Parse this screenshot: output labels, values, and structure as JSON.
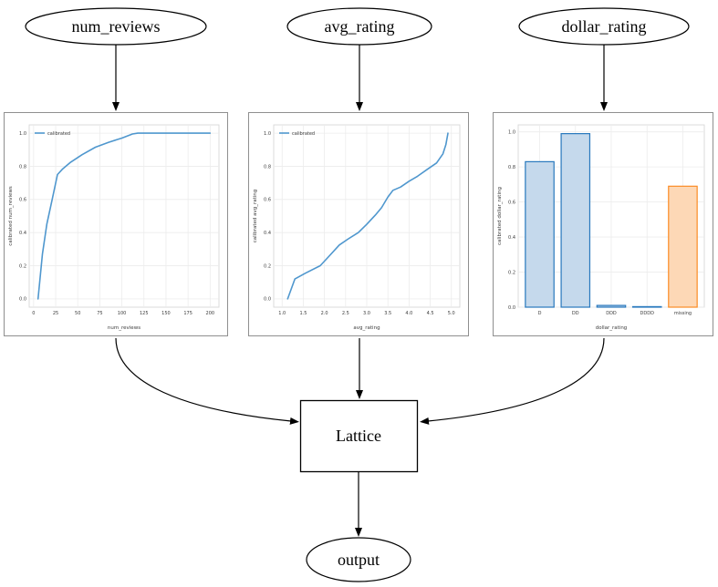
{
  "diagram": {
    "nodes": {
      "num_reviews": {
        "label": "num_reviews"
      },
      "avg_rating": {
        "label": "avg_rating"
      },
      "dollar_rating": {
        "label": "dollar_rating"
      },
      "lattice": {
        "label": "Lattice"
      },
      "output": {
        "label": "output"
      }
    },
    "edge_color": "#000000",
    "node_fill": "#ffffff",
    "node_stroke": "#000000"
  },
  "chart_data": [
    {
      "type": "line",
      "title": "",
      "xlabel": "num_reviews",
      "ylabel": "calibrated num_reviews",
      "legend": [
        "calibrated"
      ],
      "legend_position": "upper left",
      "grid": true,
      "line_color": "#4f97ce",
      "xlim": [
        -5,
        210
      ],
      "ylim": [
        -0.05,
        1.05
      ],
      "xticks": [
        "0",
        "25",
        "50",
        "75",
        "100",
        "125",
        "150",
        "175",
        "200"
      ],
      "yticks": [
        "0.0",
        "0.2",
        "0.4",
        "0.6",
        "0.8",
        "1.0"
      ],
      "points": [
        [
          5,
          0.0
        ],
        [
          10,
          0.27
        ],
        [
          15,
          0.45
        ],
        [
          21,
          0.6
        ],
        [
          27,
          0.75
        ],
        [
          33,
          0.785
        ],
        [
          42,
          0.825
        ],
        [
          55,
          0.87
        ],
        [
          70,
          0.915
        ],
        [
          85,
          0.945
        ],
        [
          100,
          0.97
        ],
        [
          112,
          0.995
        ],
        [
          118,
          1.0
        ],
        [
          200,
          1.0
        ]
      ]
    },
    {
      "type": "line",
      "title": "",
      "xlabel": "avg_rating",
      "ylabel": "calibrated avg_rating",
      "legend": [
        "calibrated"
      ],
      "legend_position": "upper left",
      "grid": true,
      "line_color": "#4f97ce",
      "xlim": [
        0.8,
        5.2
      ],
      "ylim": [
        -0.05,
        1.05
      ],
      "xticks": [
        "1.0",
        "1.5",
        "2.0",
        "2.5",
        "3.0",
        "3.5",
        "4.0",
        "4.5",
        "5.0"
      ],
      "yticks": [
        "0.0",
        "0.2",
        "0.4",
        "0.6",
        "0.8",
        "1.0"
      ],
      "points": [
        [
          1.13,
          0.0
        ],
        [
          1.3,
          0.12
        ],
        [
          1.55,
          0.155
        ],
        [
          1.9,
          0.2
        ],
        [
          2.1,
          0.255
        ],
        [
          2.35,
          0.325
        ],
        [
          2.55,
          0.36
        ],
        [
          2.8,
          0.4
        ],
        [
          3.0,
          0.45
        ],
        [
          3.2,
          0.505
        ],
        [
          3.35,
          0.55
        ],
        [
          3.5,
          0.615
        ],
        [
          3.62,
          0.655
        ],
        [
          3.8,
          0.675
        ],
        [
          4.0,
          0.71
        ],
        [
          4.2,
          0.74
        ],
        [
          4.45,
          0.785
        ],
        [
          4.65,
          0.82
        ],
        [
          4.8,
          0.875
        ],
        [
          4.87,
          0.93
        ],
        [
          4.92,
          1.0
        ]
      ]
    },
    {
      "type": "bar",
      "title": "",
      "xlabel": "dollar_rating",
      "ylabel": "calibrated dollar_rating",
      "grid": true,
      "categories": [
        "D",
        "DD",
        "DDD",
        "DDDD",
        "missing"
      ],
      "values": [
        0.83,
        0.99,
        0.01,
        0.003,
        0.69
      ],
      "bar_fill": [
        "#c5d9ec",
        "#c5d9ec",
        "#c5d9ec",
        "#c5d9ec",
        "#fdd8b6"
      ],
      "bar_edge": [
        "#2878bd",
        "#2878bd",
        "#2878bd",
        "#2878bd",
        "#fb8b24"
      ],
      "ylim": [
        0,
        1.04
      ],
      "yticks": [
        "0.0",
        "0.2",
        "0.4",
        "0.6",
        "0.8",
        "1.0"
      ]
    }
  ],
  "chart_style": {
    "grid_color": "#ececec",
    "spine_color": "#d8d8d8",
    "tick_color": "#3c3c3c"
  }
}
